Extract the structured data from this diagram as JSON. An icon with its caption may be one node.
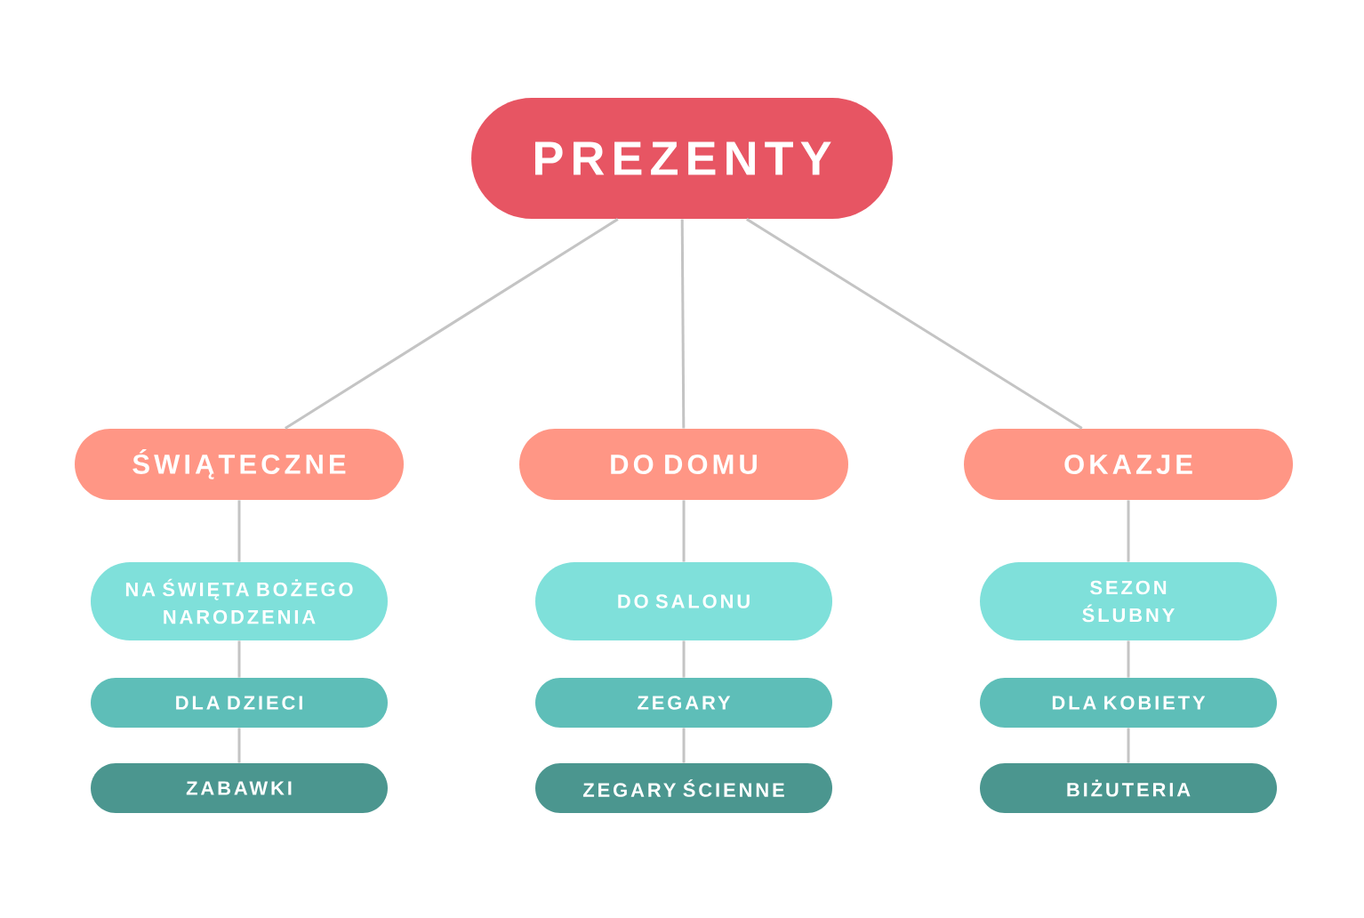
{
  "diagram": {
    "nodes": [
      {
        "text": [
          "PREZENTY"
        ]
      },
      {
        "text": [
          "ŚWIĄTECZNE"
        ]
      },
      {
        "text": [
          "DO DOMU"
        ]
      },
      {
        "text": [
          "OKAZJE"
        ]
      },
      {
        "text": [
          "NA ŚWIĘTA BOŻEGO NARODZENIA"
        ]
      },
      {
        "text": [
          "DO SALONU"
        ]
      },
      {
        "text": [
          "SEZON ŚLUBNY"
        ]
      },
      {
        "text": [
          "DLA DZIECI"
        ]
      },
      {
        "text": [
          "ZEGARY"
        ]
      },
      {
        "text": [
          "DLA KOBIETY"
        ]
      },
      {
        "text": [
          "ZABAWKI"
        ]
      },
      {
        "text": [
          "ZEGARY ŚCIENNE"
        ]
      },
      {
        "text": [
          "BIŻUTERIA"
        ]
      }
    ],
    "edges": [
      {
        "from": 0,
        "to": 1,
        "arrow": "none"
      },
      {
        "from": 0,
        "to": 2,
        "arrow": "none"
      },
      {
        "from": 0,
        "to": 3,
        "arrow": "none"
      },
      {
        "from": 1,
        "to": 4,
        "arrow": "none"
      },
      {
        "from": 4,
        "to": 7,
        "arrow": "none"
      },
      {
        "from": 7,
        "to": 10,
        "arrow": "none"
      },
      {
        "from": 2,
        "to": 5,
        "arrow": "none"
      },
      {
        "from": 5,
        "to": 8,
        "arrow": "none"
      },
      {
        "from": 8,
        "to": 11,
        "arrow": "none"
      },
      {
        "from": 3,
        "to": 6,
        "arrow": "none"
      },
      {
        "from": 6,
        "to": 9,
        "arrow": "none"
      },
      {
        "from": 9,
        "to": 12,
        "arrow": "none"
      }
    ]
  }
}
